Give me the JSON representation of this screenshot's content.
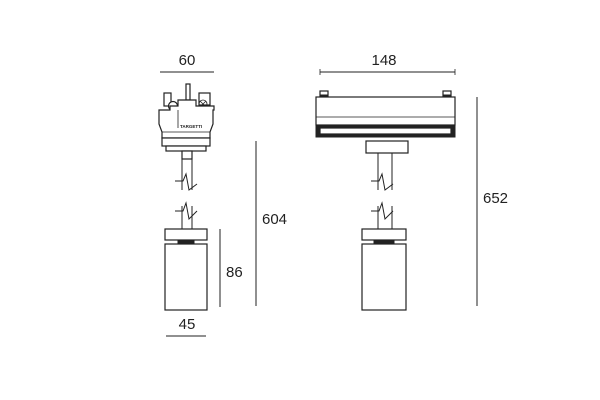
{
  "dimensions": {
    "left_width_top": "60",
    "left_width_bottom": "45",
    "left_total_height": "604",
    "left_head_height": "86",
    "right_width_top": "148",
    "right_total_height": "652"
  },
  "logo": "TARGETTI",
  "colors": {
    "line": "#222222",
    "background": "#ffffff"
  }
}
